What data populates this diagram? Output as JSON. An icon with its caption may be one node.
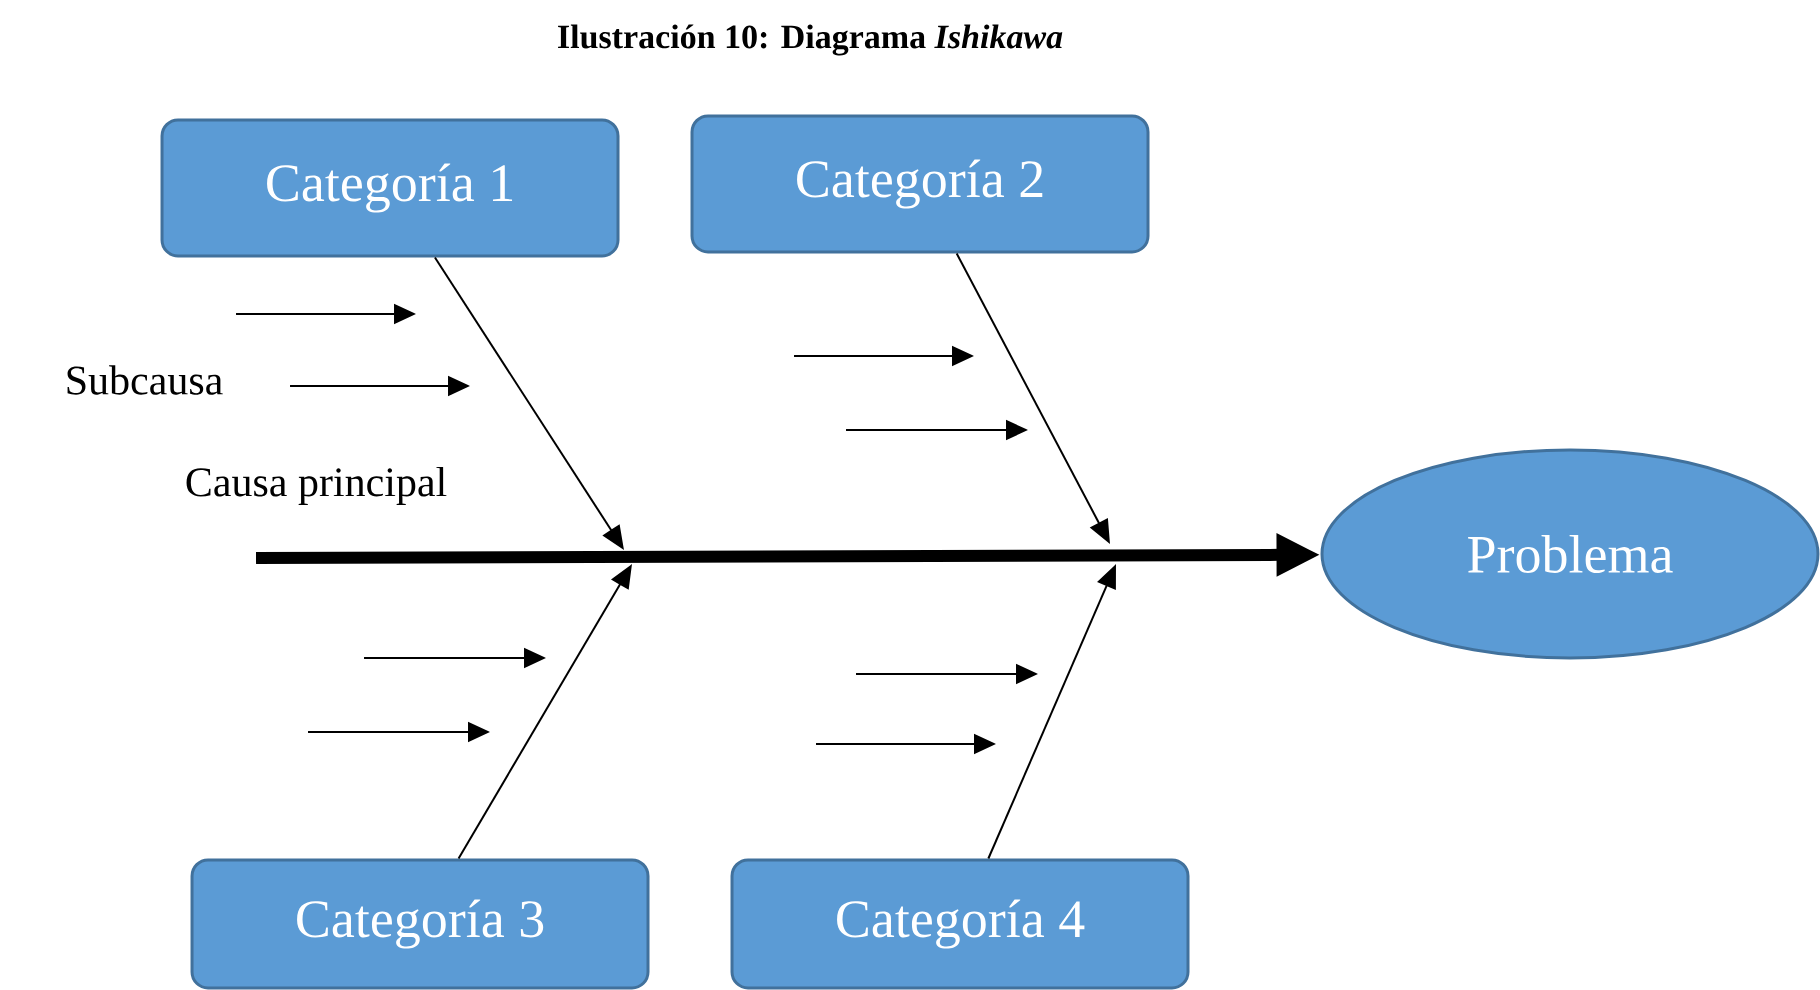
{
  "diagram": {
    "title": "Ilustración 10: Diagrama *Ishikawa*",
    "nodes": [
      {
        "text": [
          "Categoría 1"
        ]
      },
      {
        "text": [
          "Categoría 2"
        ]
      },
      {
        "text": [
          "Categoría 3"
        ]
      },
      {
        "text": [
          "Categoría 4"
        ]
      },
      {
        "text": [
          "Problema"
        ]
      }
    ],
    "edges": [
      {
        "from": null,
        "to": 4,
        "arrow": "to",
        "style": "thick"
      },
      {
        "from": 0,
        "to": null,
        "arrow": "to"
      },
      {
        "from": 1,
        "to": null,
        "arrow": "to"
      },
      {
        "from": 2,
        "to": null,
        "arrow": "to"
      },
      {
        "from": 3,
        "to": null,
        "arrow": "to"
      }
    ],
    "labels": [
      "Subcausa",
      "Causa principal"
    ]
  }
}
